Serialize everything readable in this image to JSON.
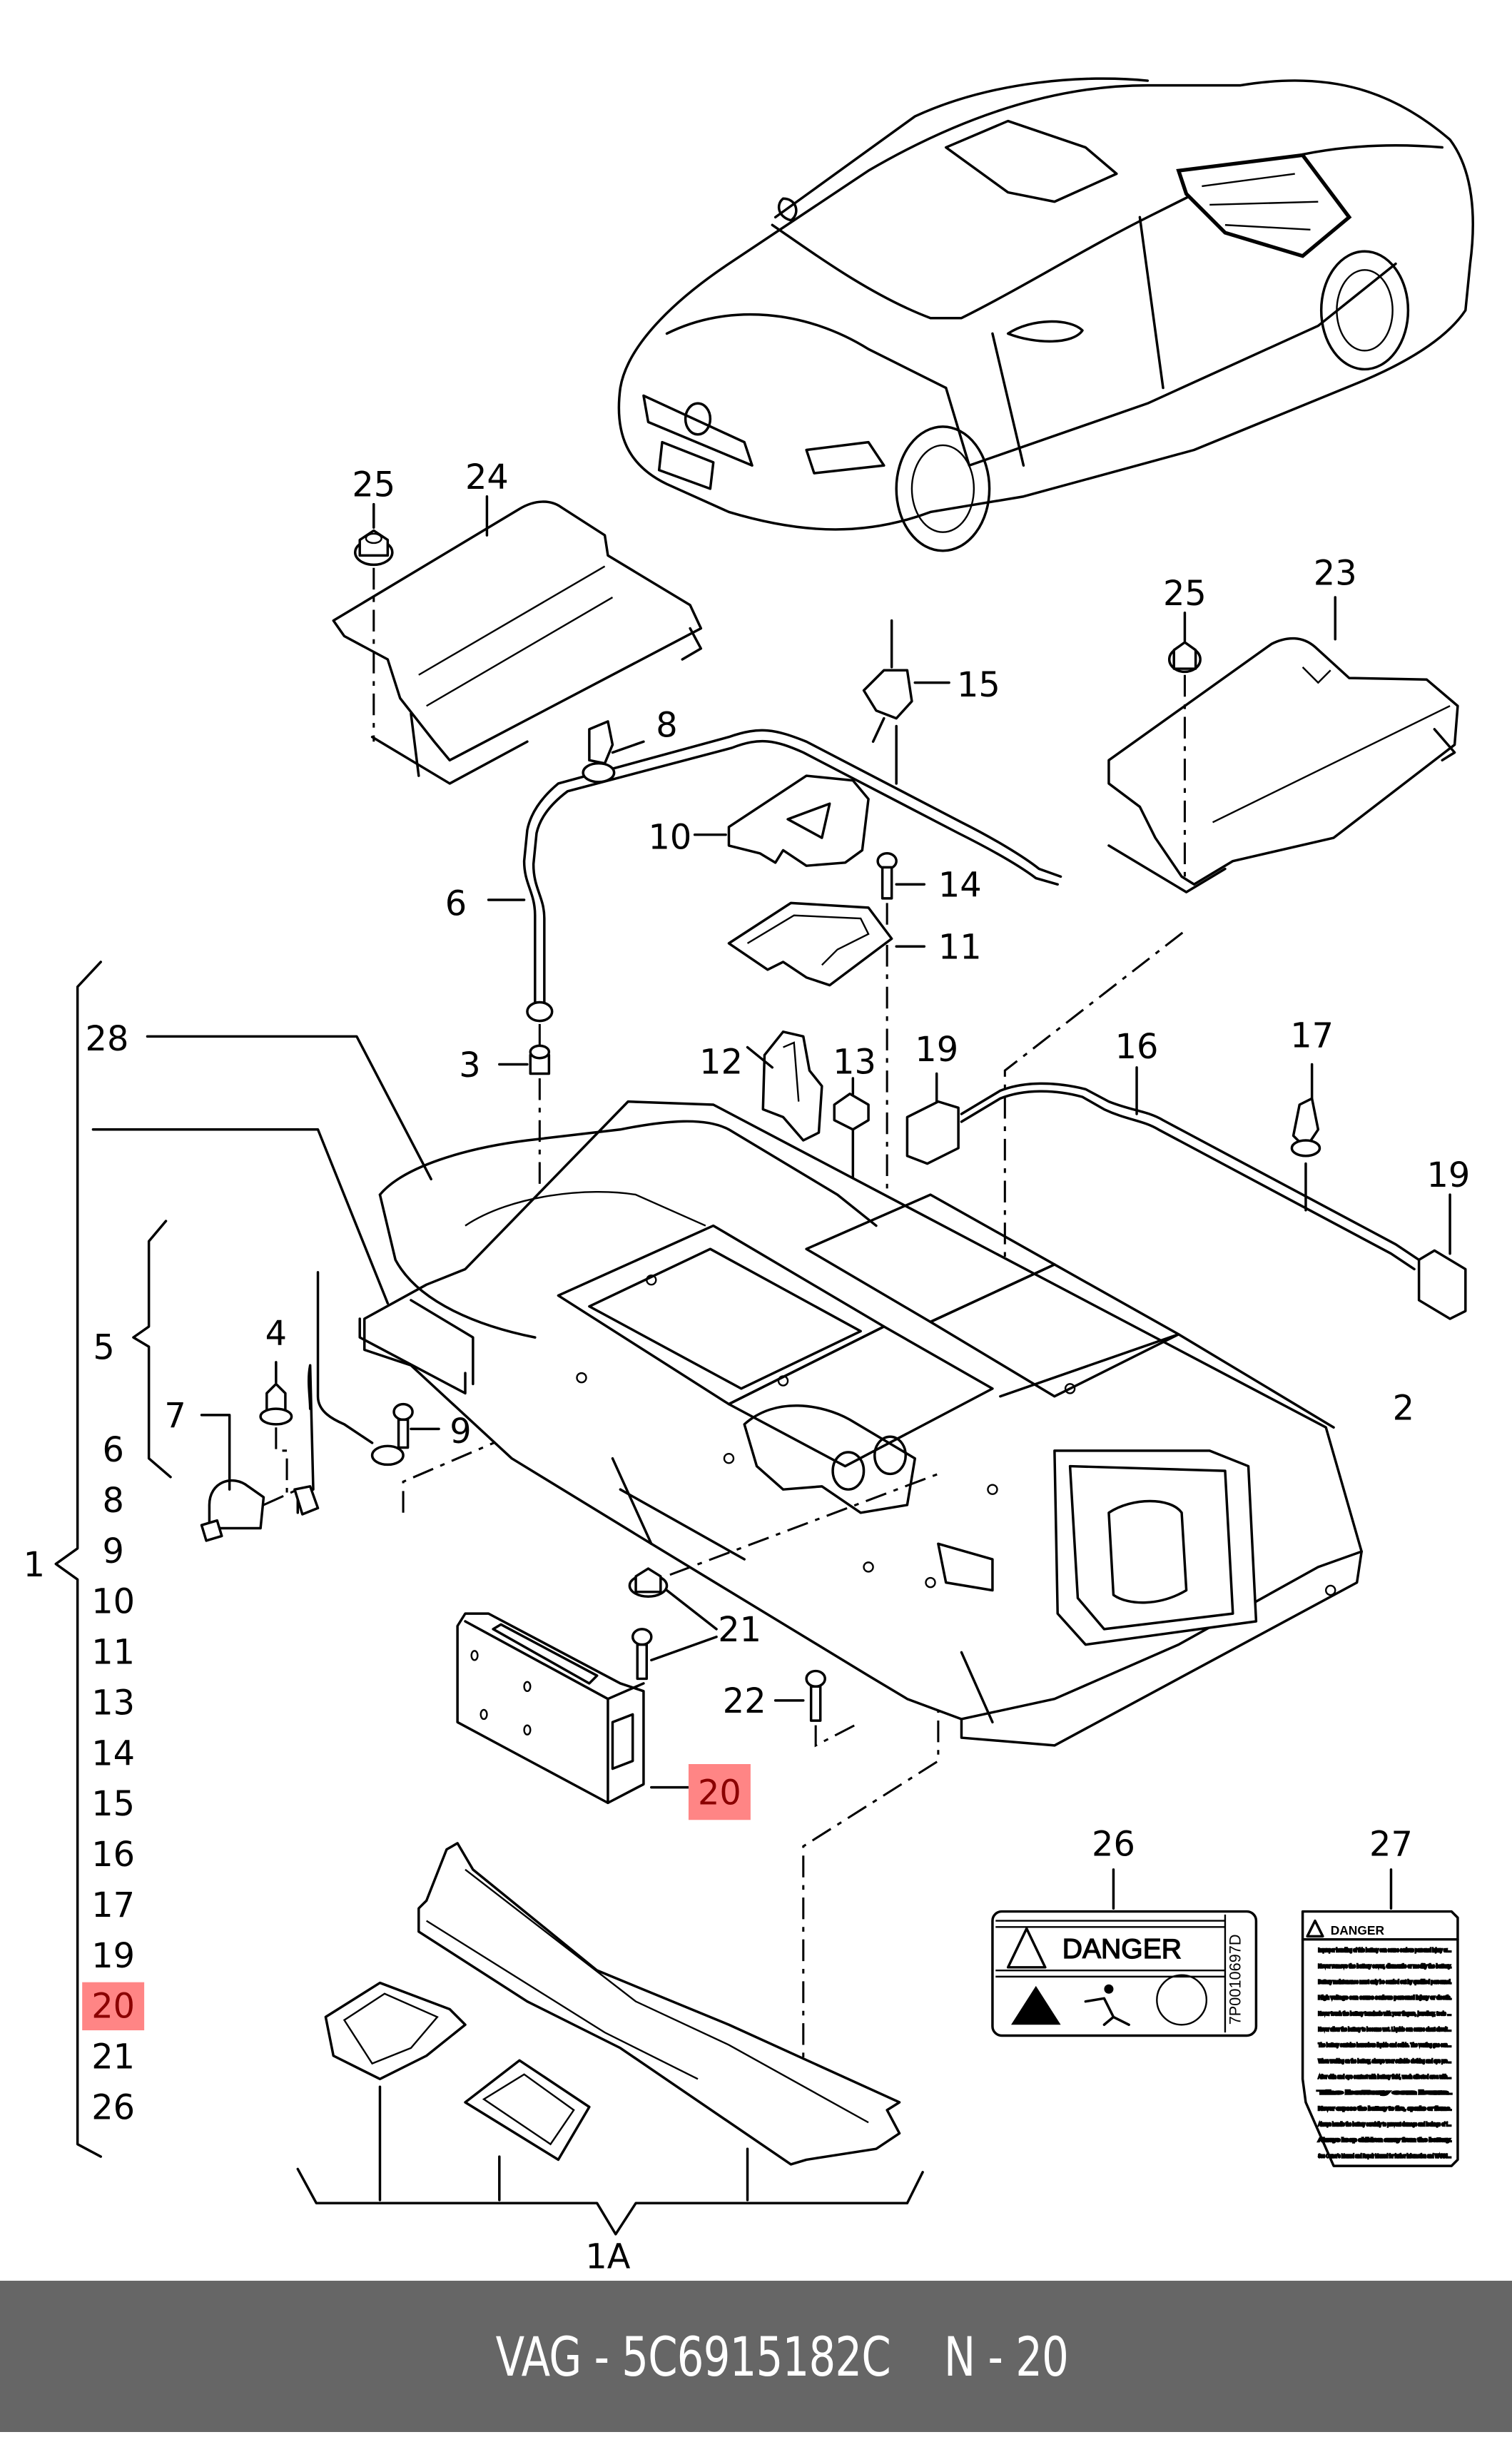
{
  "diagram": {
    "type": "exploded parts diagram",
    "subject": "hybrid high-voltage battery assembly (rear of sedan)",
    "highlight_color": "#ff8585",
    "highlight_text_color": "#8b0000",
    "highlighted_part": "20",
    "callouts": {
      "c1": "1",
      "c1a": "1A",
      "c2": "2",
      "c3": "3",
      "c4": "4",
      "c5": "5",
      "c6": "6",
      "c7": "7",
      "c8": "8",
      "c9": "9",
      "c10": "10",
      "c11": "11",
      "c12": "12",
      "c13": "13",
      "c14": "14",
      "c15": "15",
      "c16": "16",
      "c17": "17",
      "c19a": "19",
      "c19b": "19",
      "c20": "20",
      "c21": "21",
      "c22": "22",
      "c23": "23",
      "c24": "24",
      "c25a": "25",
      "c25b": "25",
      "c26": "26",
      "c27": "27",
      "c28": "28"
    },
    "group_1_members": [
      "28",
      "5",
      "6",
      "8",
      "9",
      "10",
      "11",
      "13",
      "14",
      "15",
      "16",
      "17",
      "19",
      "20",
      "21",
      "26"
    ],
    "group_5_members": [
      "7"
    ],
    "label_26": {
      "heading": "DANGER",
      "part_number": "7P0010697D"
    },
    "label_27": {
      "heading": "DANGER",
      "lines": [
        "Improper handling of this battery can cause serious personal injury or death.",
        "Never remove the battery cover, dismantle or modify the battery.",
        "Battery maintenance must only be carried out by qualified personnel.",
        "High voltage can cause serious personal injury or death.",
        "Never touch the battery terminals with your fingers, jewellery, tools or any other metal object.",
        "Never allow the battery to become wet. Liquids can cause short circuits, electrical shock and burns.",
        "The battery contains hazardous liquids and solids. The venting gas can cause serious burns and blindness.",
        "When working on the battery, always wear suitable clothing and eye protection to prevent battery fluid from contacting the skin or eyes.",
        "After skin and eye contact with battery fluid, wash affected area with clear running water for at least 15 minutes and obtain medical help immediately.",
        "The battery can burn.",
        "Never expose the battery to fire, sparks or flame.",
        "Always handle the battery carefully to prevent damage and leakage of fluids.",
        "Always keep children away from the battery.",
        "See Owner's Manual and Repair Manual for further information and WARNINGS."
      ]
    }
  },
  "footer": {
    "brand": "VAG",
    "separator": "-",
    "part_number": "5C6915182C",
    "position_prefix": "N",
    "position_number": "20"
  }
}
